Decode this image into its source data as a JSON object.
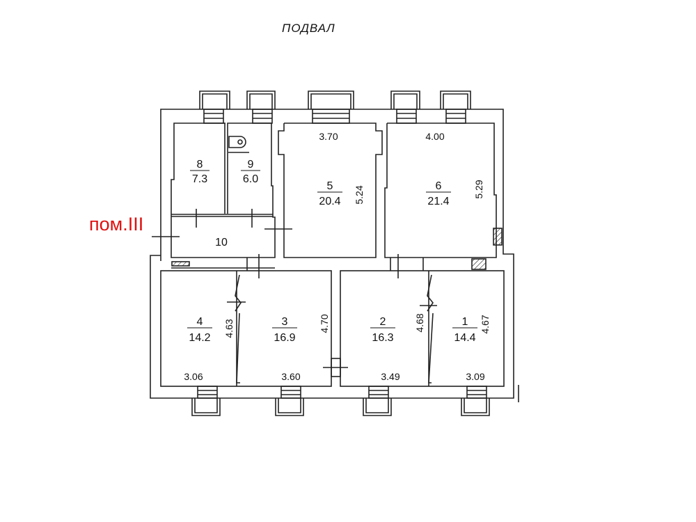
{
  "title": "ПОДВАЛ",
  "premise_label": "пом.III",
  "accent_color": "#e01010",
  "rooms": [
    {
      "number": "1",
      "area": "14.4"
    },
    {
      "number": "2",
      "area": "16.3"
    },
    {
      "number": "3",
      "area": "16.9"
    },
    {
      "number": "4",
      "area": "14.2"
    },
    {
      "number": "5",
      "area": "20.4"
    },
    {
      "number": "6",
      "area": "21.4"
    },
    {
      "number": "8",
      "area": "7.3"
    },
    {
      "number": "9",
      "area": "6.0"
    },
    {
      "number": "10",
      "area": ""
    }
  ],
  "dimensions": {
    "r5_width": "3.70",
    "r5_height": "5.24",
    "r6_width": "4.00",
    "r6_height": "5.29",
    "r4_width": "3.06",
    "r4_height": "4.63",
    "r3_width": "3.60",
    "r3_height": "4.70",
    "r2_width": "3.49",
    "r2_height": "4.68",
    "r1_width": "3.09",
    "r1_height": "4.67"
  }
}
